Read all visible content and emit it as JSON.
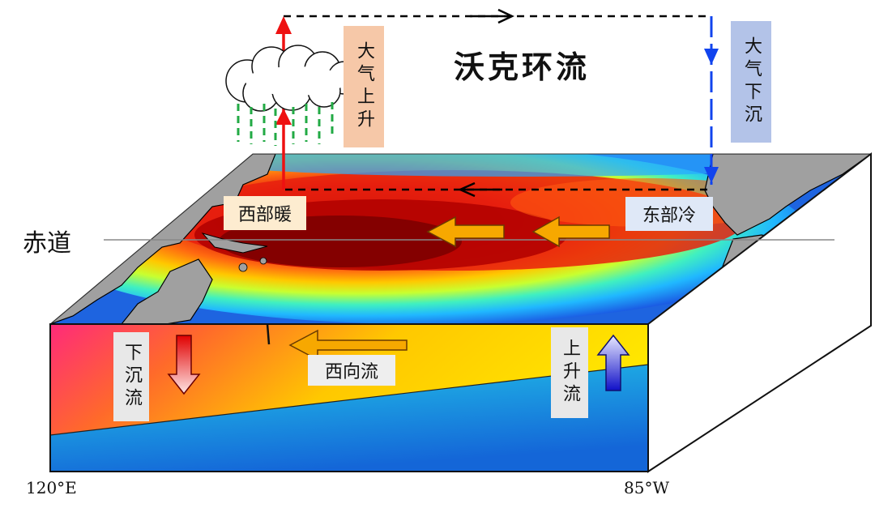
{
  "title": "沃克环流",
  "labels": {
    "air_rising": "大气上升",
    "air_sinking": "大气下沉",
    "west_warm": "西部暖",
    "east_cold": "东部冷",
    "equator": "赤道",
    "downwelling": "下沉流",
    "westward_flow": "西向流",
    "upwelling": "上升流",
    "lon_west": "120°E",
    "lon_east": "85°W"
  },
  "colors": {
    "warm_core": "#8b0000",
    "warm": "#e02010",
    "cold": "#1a5fe0",
    "arrow_orange": "#f7a800",
    "rising_red": "#ee1111",
    "sinking_blue": "#1144ee",
    "land": "#a0a0a0",
    "label_orange_bg": "#f6c8a8",
    "label_blue_bg": "#b3c3e8",
    "label_cream_bg": "#fdecd0",
    "label_grey_bg": "#e8e8e8"
  },
  "icons": [
    "cloud-icon",
    "rain-icon"
  ]
}
